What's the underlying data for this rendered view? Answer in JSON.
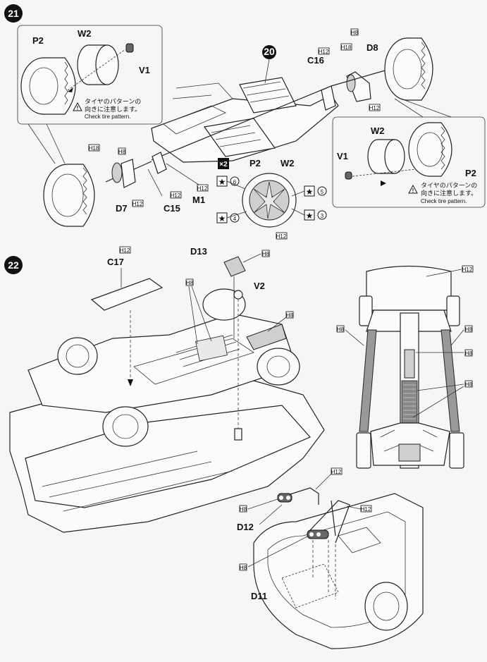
{
  "steps": {
    "step21": {
      "number": "21",
      "ref_step": "20",
      "inset_left": {
        "parts": [
          "P2",
          "W2",
          "V1"
        ],
        "note_ja_line1": "タイヤのパターンの",
        "note_ja_line2": "向きに注意します。",
        "note_en": "Check tire pattern."
      },
      "inset_right": {
        "parts": [
          "W2",
          "V1",
          "P2"
        ],
        "note_ja_line1": "タイヤのパターンの",
        "note_ja_line2": "向きに注意します。",
        "note_en": "Check tire pattern."
      },
      "labels": {
        "c16": "C16",
        "d8": "D8",
        "d7": "D7",
        "c15": "C15",
        "m1": "M1",
        "p2": "P2",
        "w2": "W2",
        "x2": "×2"
      },
      "paint_codes": {
        "h8_a": "H8",
        "h18_a": "H18",
        "h12_a": "H12",
        "h12_b": "H12",
        "h18_b": "H18",
        "h8_b": "H8",
        "h12_c": "H12",
        "h12_d": "H12",
        "h12_e": "H12",
        "h12_f": "H12"
      },
      "stars": {
        "s6": "6",
        "s5": "5",
        "s4": "4",
        "s3": "3"
      }
    },
    "step22": {
      "number": "22",
      "labels": {
        "c17": "C17",
        "d13": "D13",
        "v2": "V2",
        "d12": "D12",
        "d11": "D11"
      },
      "paint_codes": {
        "c17_h12": "H12",
        "d13_h8": "H8",
        "floor_h8": "H8",
        "v2_h8": "H8",
        "right_top_h12": "H12",
        "right_left_h8": "H8",
        "right_right_h8": "H8",
        "right_mid_h8": "H8",
        "right_low_h8": "H8",
        "d12_h12": "H12",
        "d12_h8": "H8",
        "d11_h12": "H12",
        "d11_h8": "H8"
      }
    }
  }
}
